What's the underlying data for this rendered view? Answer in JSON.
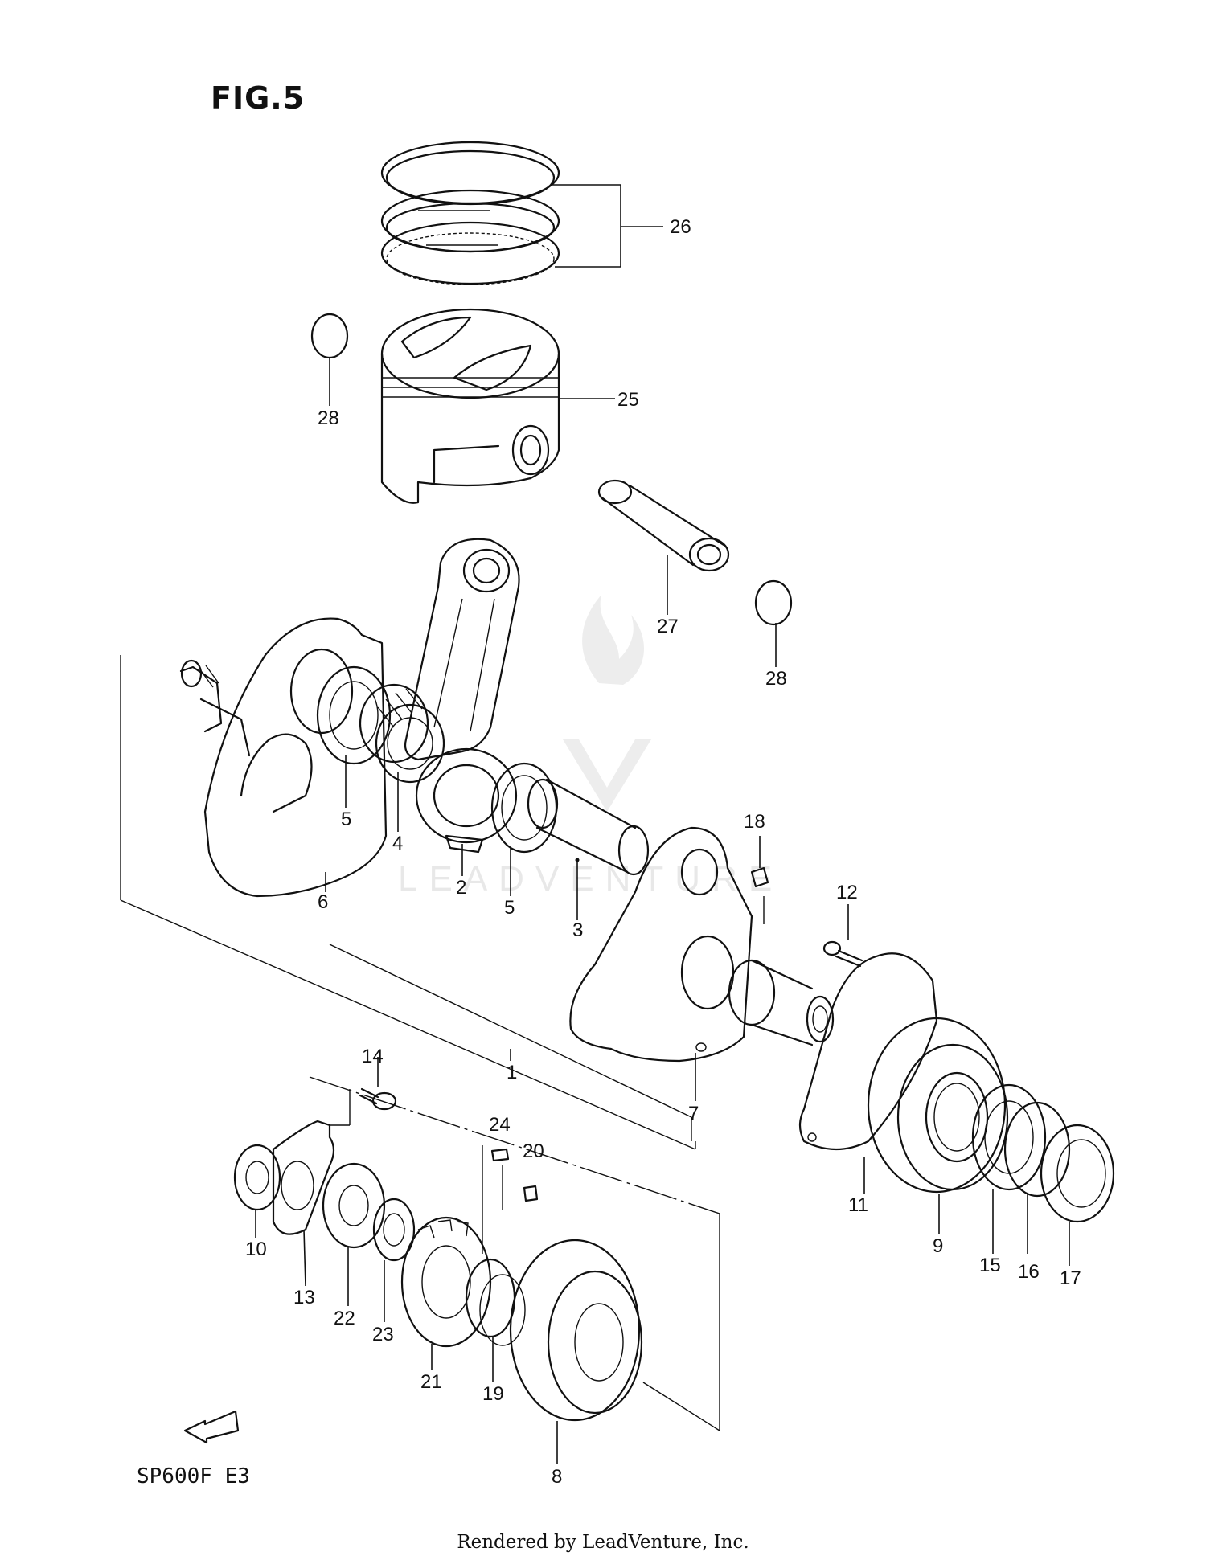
{
  "figure_title": "FIG.5",
  "model_code": "SP600F  E3",
  "footer_credit": "Rendered by LeadVenture, Inc.",
  "watermark_text": "LEADVENTURE",
  "fwd_arrow_label": "FWD",
  "callouts": [
    "1",
    "2",
    "3",
    "4",
    "5",
    "5",
    "6",
    "7",
    "8",
    "9",
    "10",
    "11",
    "12",
    "13",
    "14",
    "15",
    "16",
    "17",
    "18",
    "19",
    "20",
    "21",
    "22",
    "23",
    "24",
    "25",
    "26",
    "27",
    "28",
    "28"
  ],
  "colors": {
    "line": "#111111",
    "background": "#ffffff",
    "watermark": "#e8e8e8"
  }
}
